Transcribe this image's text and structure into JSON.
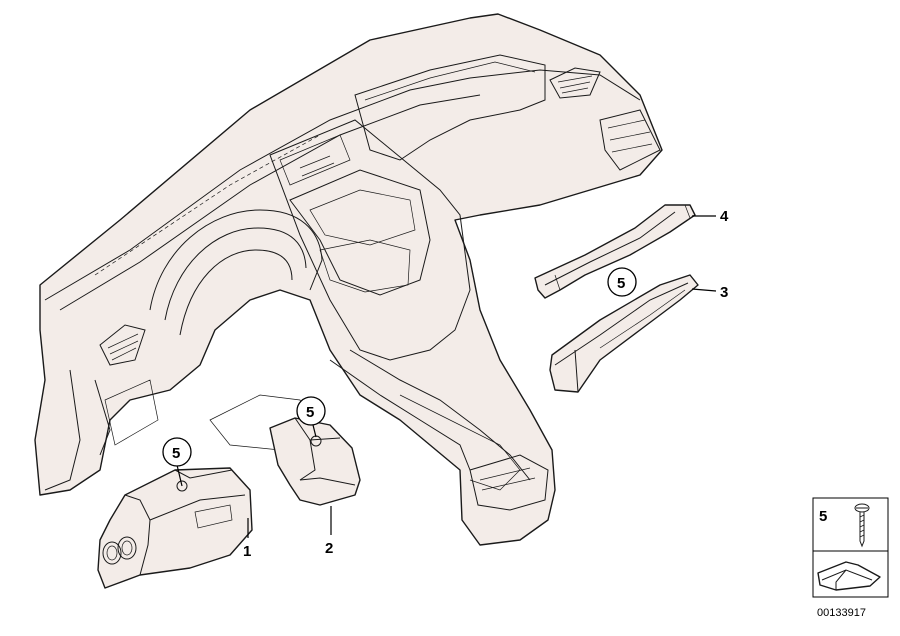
{
  "callouts": {
    "part1": "1",
    "part2": "2",
    "part3": "3",
    "part4": "4",
    "circle_a": "5",
    "circle_b": "5",
    "circle_c": "5"
  },
  "legend": {
    "item_number": "5",
    "screw_icon": "screw-icon",
    "material_icon": "sheet-material-icon"
  },
  "document_number": "00133917",
  "colors": {
    "part_fill": "#f3ece8",
    "line": "#1a1a1a"
  }
}
